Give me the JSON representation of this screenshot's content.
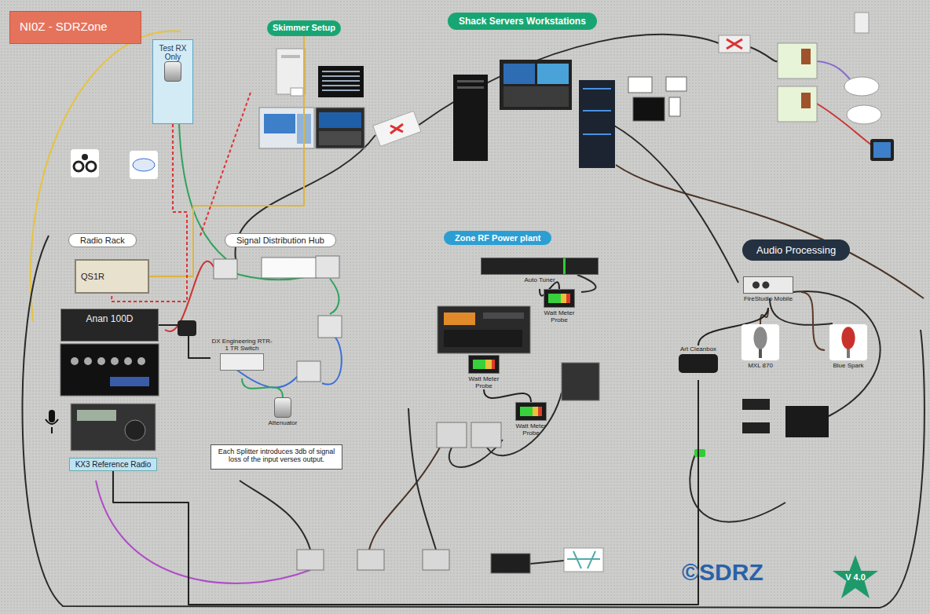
{
  "diagram": {
    "nodes": [
      {
        "text": [
          "NI0Z - SDRZone"
        ]
      },
      {
        "text": [
          "Shack Servers Workstations"
        ]
      },
      {
        "text": [
          "Skimmer Setup"
        ],
        "in": 1
      },
      {
        "text": [
          "Test RX Only"
        ]
      },
      {
        "text": [
          "Radio Rack"
        ]
      },
      {
        "text": [
          "QS1R"
        ],
        "in": 4
      },
      {
        "text": [
          "Anan 100D"
        ],
        "in": 4
      },
      {
        "text": [
          "KX3 Reference Radio"
        ],
        "in": 4
      },
      {
        "text": [
          "Signal Distribution Hub"
        ]
      },
      {
        "text": [
          "DX Engineering RTR-1 TR Switch"
        ],
        "in": 8
      },
      {
        "text": [
          "Attenuator"
        ],
        "in": 8
      },
      {
        "text": [
          "Each Splitter introduces 3db of signal loss of the input verses output."
        ],
        "in": 8
      },
      {
        "text": [
          "Zone RF Power plant"
        ]
      },
      {
        "text": [
          "Auto Tuner"
        ],
        "in": 12
      },
      {
        "text": [
          "Watt Meter Probe"
        ],
        "in": 12
      },
      {
        "text": [
          "Watt Meter Probe"
        ],
        "in": 12
      },
      {
        "text": [
          "Watt Meter Probe"
        ],
        "in": 12
      },
      {
        "text": [
          "Audio Processing"
        ]
      },
      {
        "text": [
          "FireStudio Mobile"
        ],
        "in": 17
      },
      {
        "text": [
          "MXL 870"
        ],
        "in": 17
      },
      {
        "text": [
          "Blue Spark"
        ],
        "in": 17
      },
      {
        "text": [
          "Art Cleanbox"
        ],
        "in": 17
      },
      {
        "text": [
          "V 4.0"
        ]
      }
    ],
    "edges": [
      {
        "from": 5,
        "to": 2,
        "arrow": "none"
      },
      {
        "from": 3,
        "to": 5,
        "arrow": "none"
      },
      {
        "from": 6,
        "to": 9,
        "arrow": "none"
      },
      {
        "from": 9,
        "to": 10,
        "arrow": "none"
      },
      {
        "from": 13,
        "to": 14,
        "arrow": "none"
      },
      {
        "from": 15,
        "to": 16,
        "arrow": "none"
      },
      {
        "from": 18,
        "to": 19,
        "arrow": "none"
      },
      {
        "from": 18,
        "to": 20,
        "arrow": "none"
      },
      {
        "from": 21,
        "to": 18,
        "arrow": "none"
      },
      {
        "from": 7,
        "to": 21,
        "arrow": "none"
      }
    ],
    "labels": [
      "©SDRZ"
    ]
  }
}
